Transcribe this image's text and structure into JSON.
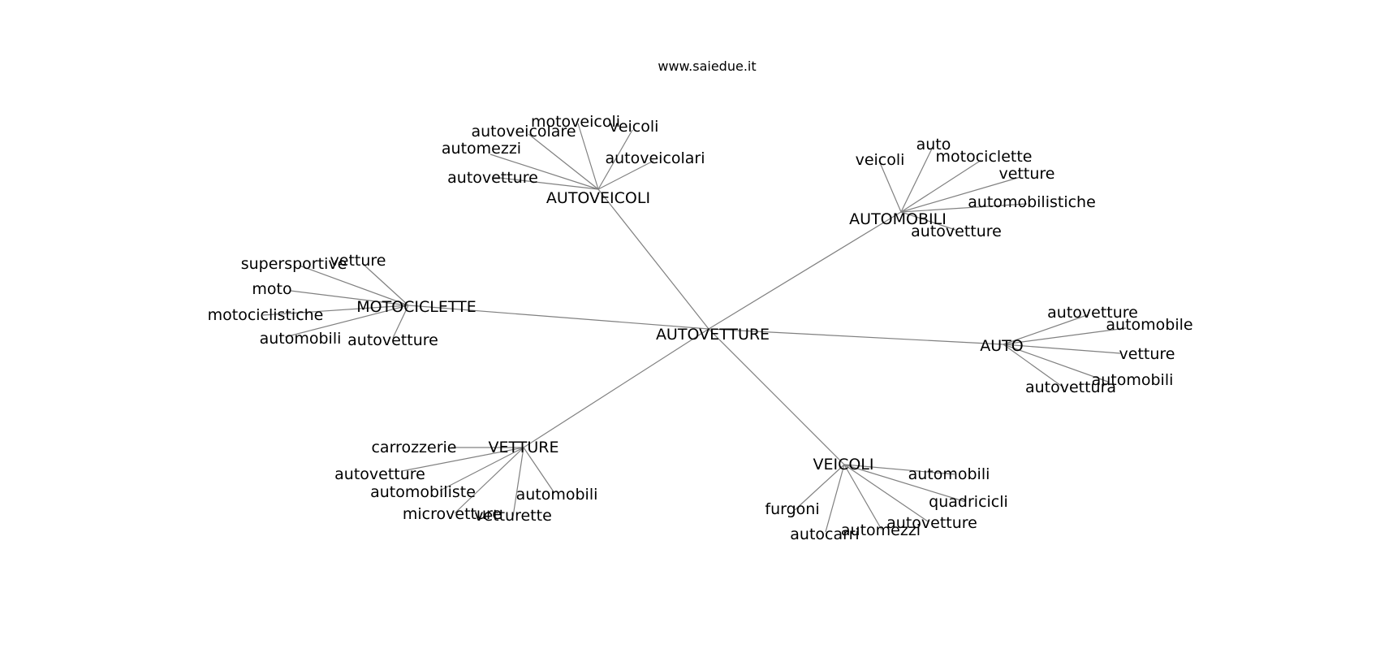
{
  "header": {
    "source": "www.saiedue.it"
  },
  "graph": {
    "root": "AUTOVETTURE",
    "hubs": [
      {
        "id": "autoveicoli",
        "label": "AUTOVEICOLI",
        "leaves": [
          "motoveicoli",
          "autoveicolare",
          "veicoli",
          "automezzi",
          "autoveicolari",
          "autovetture"
        ]
      },
      {
        "id": "automobili",
        "label": "AUTOMOBILI",
        "leaves": [
          "auto",
          "veicoli",
          "motociclette",
          "vetture",
          "automobilistiche",
          "autovetture"
        ]
      },
      {
        "id": "motociclette",
        "label": "MOTOCICLETTE",
        "leaves": [
          "vetture",
          "supersportive",
          "moto",
          "motociclistiche",
          "automobili",
          "autovetture"
        ]
      },
      {
        "id": "auto",
        "label": "AUTO",
        "leaves": [
          "autovetture",
          "automobile",
          "vetture",
          "automobili",
          "autovettura"
        ]
      },
      {
        "id": "vetture",
        "label": "VETTURE",
        "leaves": [
          "carrozzerie",
          "autovetture",
          "automobiliste",
          "automobili",
          "microvetture",
          "vetturette"
        ]
      },
      {
        "id": "veicoli",
        "label": "VEICOLI",
        "leaves": [
          "automobili",
          "quadricicli",
          "furgoni",
          "autovetture",
          "automezzi",
          "autocarri"
        ]
      }
    ]
  }
}
